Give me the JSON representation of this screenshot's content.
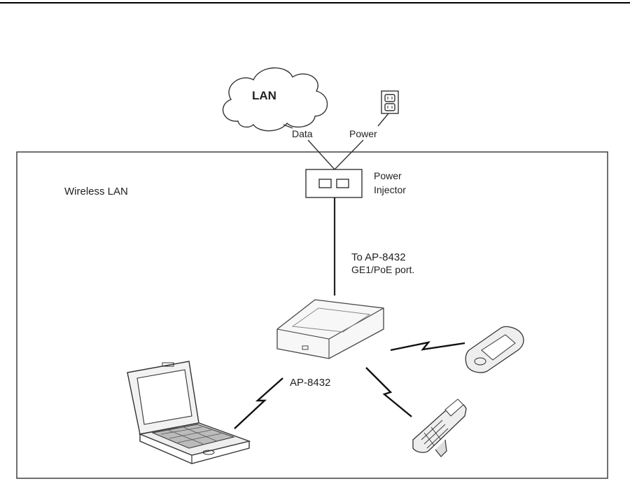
{
  "diagram": {
    "cloud_label": "LAN",
    "data_label": "Data",
    "power_label": "Power",
    "region_label": "Wireless LAN",
    "injector_label_line1": "Power",
    "injector_label_line2": "Injector",
    "cable_label_line1": "To AP-8432",
    "cable_label_line2": "GE1/PoE port.",
    "ap_label": "AP-8432"
  },
  "colors": {
    "line": "#333333",
    "text": "#222222",
    "background": "#ffffff"
  }
}
